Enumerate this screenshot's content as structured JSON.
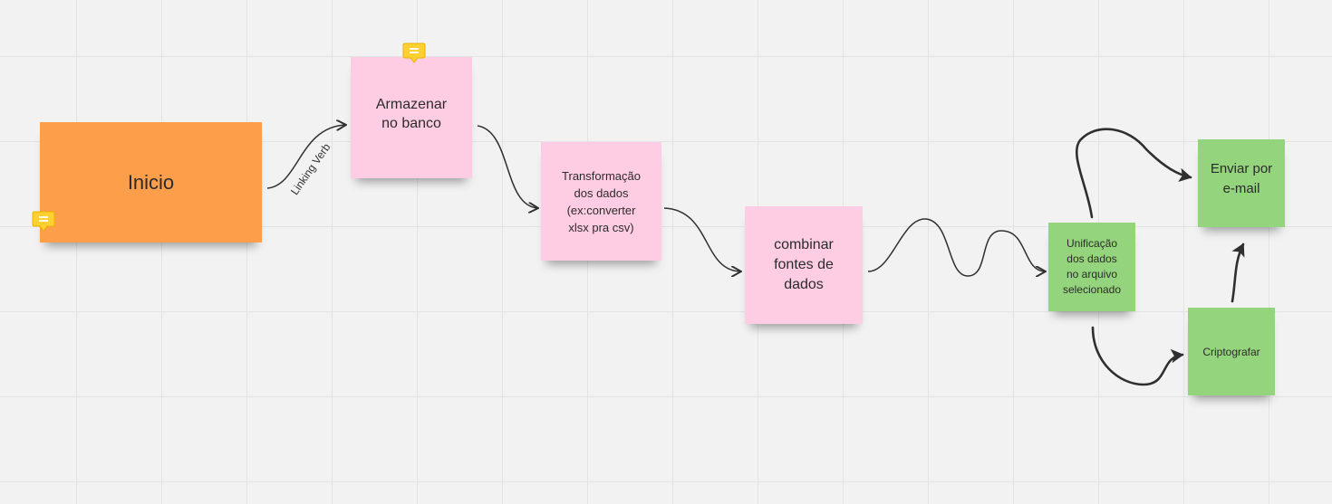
{
  "board": {
    "notes": {
      "inicio": "Inicio",
      "armazenar": "Armazenar\nno banco",
      "transformacao": "Transformação\ndos dados\n(ex:converter\nxlsx pra csv)",
      "combinar": "combinar\nfontes de\ndados",
      "unificacao": "Unificação\ndos dados\nno arquivo\nselecionado",
      "enviar": "Enviar por\ne-mail",
      "criptografar": "Criptografar"
    },
    "edge_label": "Linking Verb",
    "colors": {
      "start": "#fd9e4b",
      "process": "#ffcde3",
      "output": "#94d47c",
      "comment": "#ffd02f"
    },
    "icons": [
      "comment-icon",
      "arrow-icon"
    ]
  }
}
